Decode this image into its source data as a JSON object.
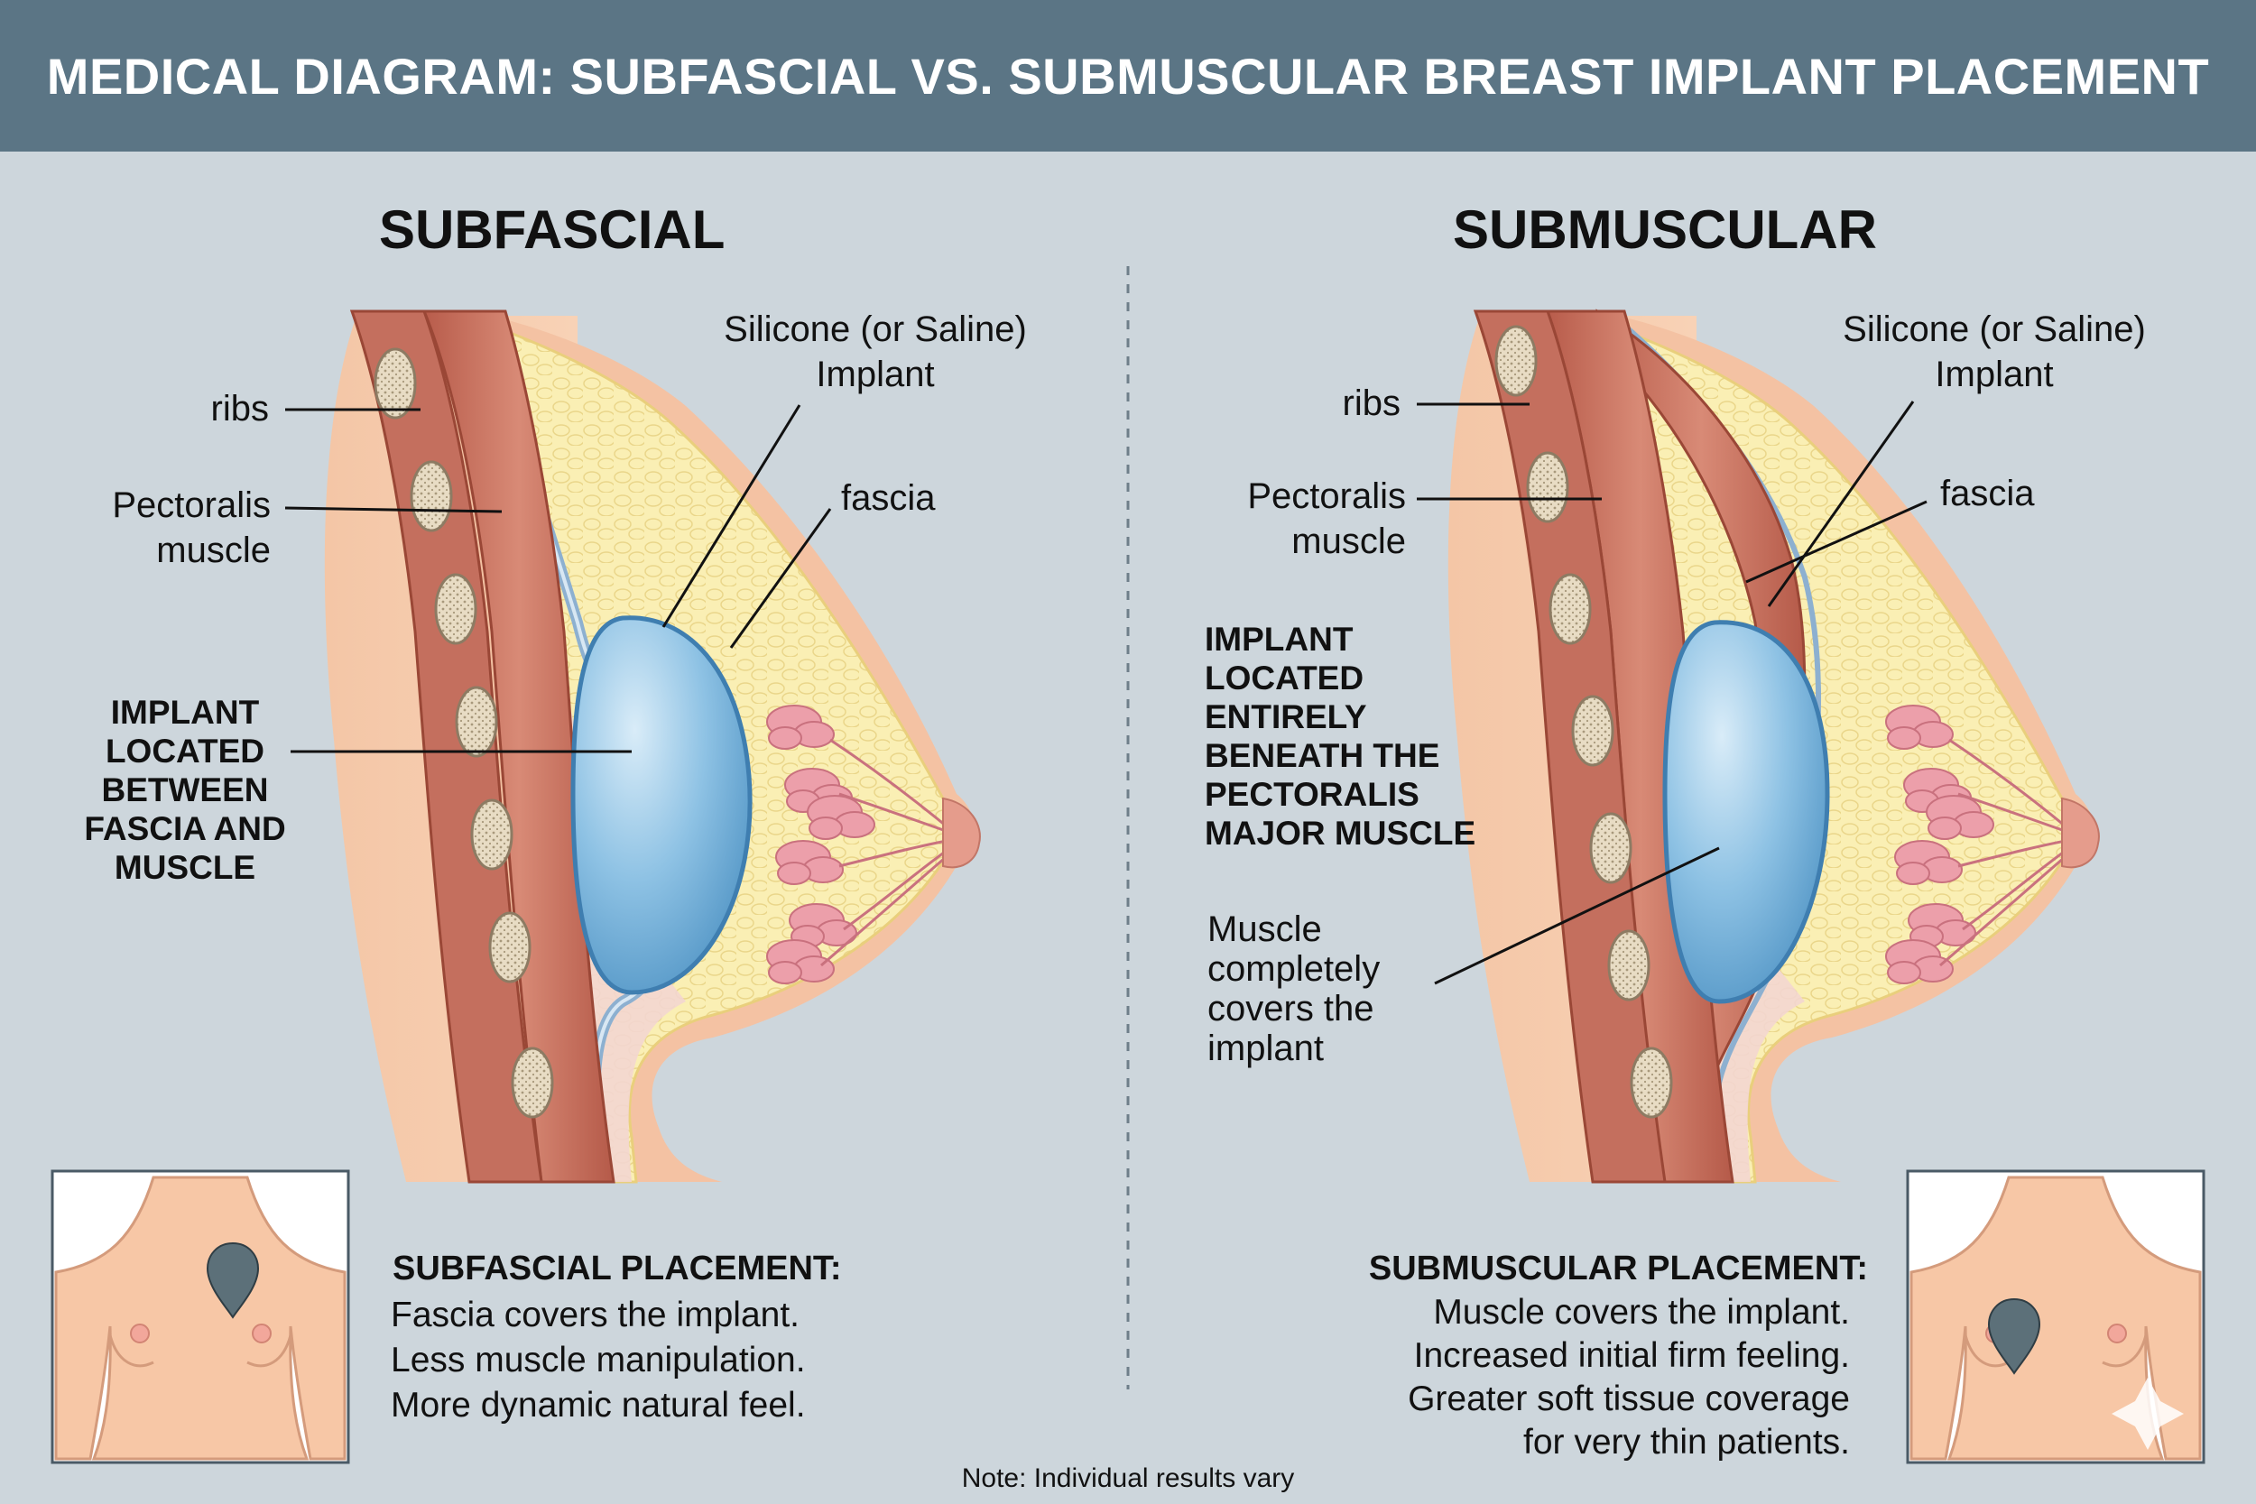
{
  "title": "MEDICAL DIAGRAM: SUBFASCIAL VS. SUBMUSCULAR BREAST IMPLANT PLACEMENT",
  "left": {
    "heading": "SUBFASCIAL",
    "labels": {
      "ribs": "ribs",
      "pectoralis": "Pectoralis\nmuscle",
      "implant": "Silicone (or Saline)\nImplant",
      "fascia": "fascia",
      "location": "IMPLANT\nLOCATED\nBETWEEN\nFASCIA AND\nMUSCLE"
    },
    "placement_title": "SUBFASCIAL PLACEMENT:",
    "placement_lines": [
      "Fascia covers the implant.",
      "Less muscle manipulation.",
      "More dynamic natural feel."
    ]
  },
  "right": {
    "heading": "SUBMUSCULAR",
    "labels": {
      "ribs": "ribs",
      "pectoralis": "Pectoralis\nmuscle",
      "implant": "Silicone (or Saline)\nImplant",
      "fascia": "fascia",
      "location": "IMPLANT\nLOCATED\nENTIRELY\nBENEATH THE\nPECTORALIS\nMAJOR MUSCLE",
      "cover": "Muscle\ncompletely\ncovers the\nimplant"
    },
    "placement_title": "SUBMUSCULAR PLACEMENT:",
    "placement_lines": [
      "Muscle covers the implant.",
      "Increased initial firm feeling.",
      "Greater soft tissue coverage",
      "for very thin patients."
    ]
  },
  "note": "Note: Individual results vary",
  "colors": {
    "header": "#5b7585",
    "background": "#cdd6dc",
    "skin": "#f7c9a9",
    "muscle": "#c8705e",
    "fat": "#f9ecae",
    "implant": "#7fb6dc",
    "gland": "#e99aa6",
    "fascia": "#8fb4d3"
  }
}
